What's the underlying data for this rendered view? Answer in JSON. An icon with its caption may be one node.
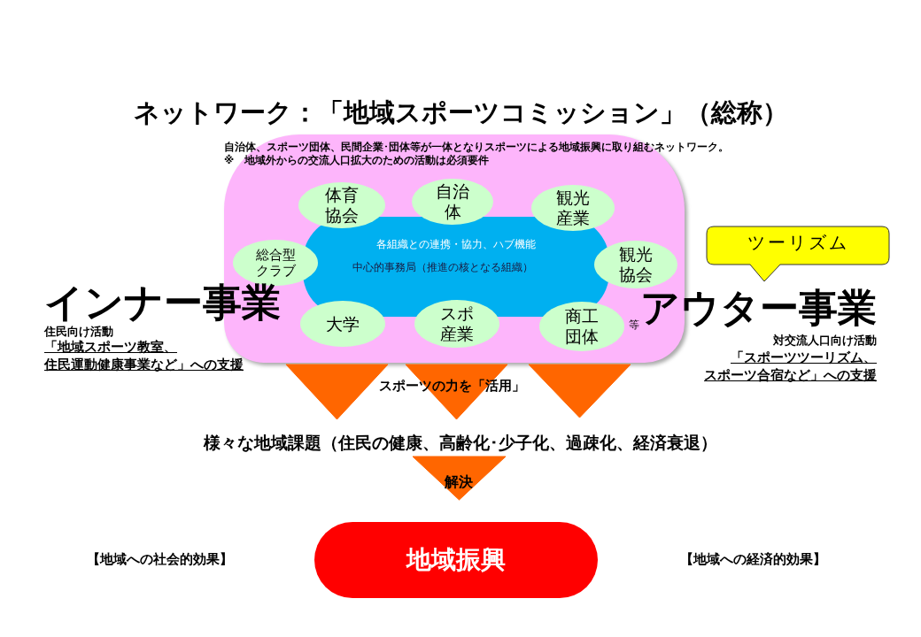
{
  "diagram": {
    "title": "ネットワーク：「地域スポーツコミッション」（総称）",
    "nodes": [
      {
        "text": [
          "自治体、スポーツ団体、民間企業･団体等が一体となりスポーツによる地域振興に取り組むネットワーク。",
          "※　地域外からの交流人口拡大のための活動は必須要件",
          "等"
        ]
      },
      {
        "text": [
          "各組織との連携・協力、ハブ機能",
          "中心的事務局（推進の核となる組織）"
        ],
        "in": 0
      },
      {
        "text": [
          "体育協会"
        ],
        "in": 0
      },
      {
        "text": [
          "自治体"
        ],
        "in": 0
      },
      {
        "text": [
          "観光産業"
        ],
        "in": 0
      },
      {
        "text": [
          "総合型クラブ"
        ],
        "in": 0
      },
      {
        "text": [
          "観光協会"
        ],
        "in": 0
      },
      {
        "text": [
          "大学"
        ],
        "in": 0
      },
      {
        "text": [
          "スポ産業"
        ],
        "in": 0
      },
      {
        "text": [
          "商工団体"
        ],
        "in": 0
      },
      {
        "text": [
          "ツーリズム"
        ]
      },
      {
        "text": [
          "様々な地域課題（住民の健康、高齢化･少子化、過疎化、経済衰退）"
        ]
      },
      {
        "text": [
          "地域振興"
        ]
      }
    ],
    "edges": [
      {
        "from": 0,
        "to": 11,
        "arrow": "to"
      },
      {
        "from": 0,
        "to": 11,
        "arrow": "to",
        "label": "スポーツの力を「活用」"
      },
      {
        "from": 0,
        "to": 11,
        "arrow": "to"
      },
      {
        "from": 11,
        "to": 12,
        "arrow": "to",
        "label": "解決"
      }
    ],
    "labels": [
      "インナー事業",
      "住民向け活動",
      "「地域スポーツ教室、住民運動健康事業など」への支援",
      "アウター事業",
      "対交流人口向け活動",
      "「スポーツツーリズム、スポーツ合宿など」への支援",
      "【地域への社会的効果】",
      "【地域への経済的効果】"
    ]
  }
}
